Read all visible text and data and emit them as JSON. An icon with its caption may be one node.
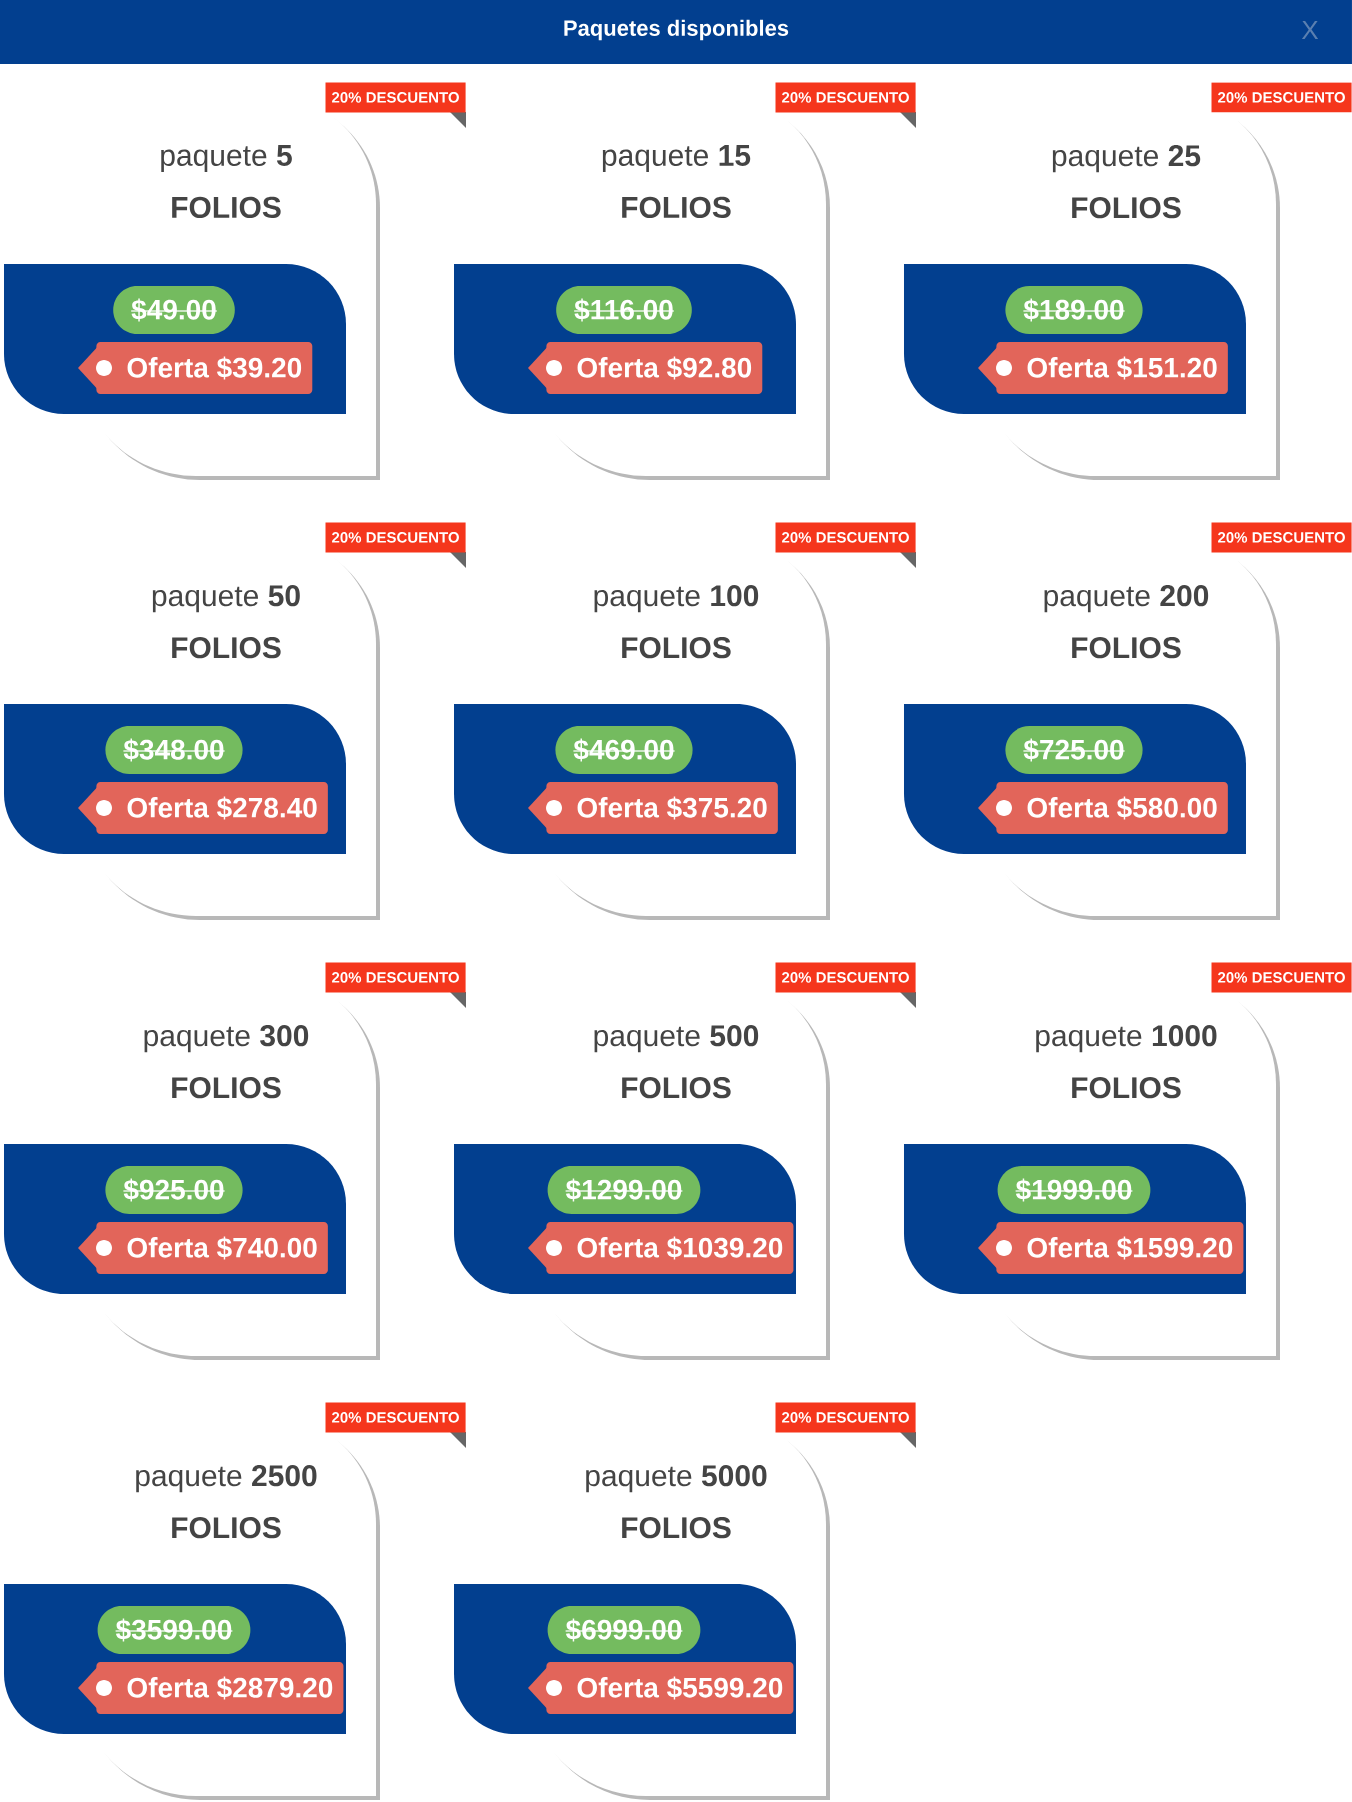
{
  "diagram": {
    "title": "Paquetes disponibles",
    "nodes": [
      {
        "text": [
          "paquete **5**",
          "FOLIOS"
        ]
      },
      {
        "text": [
          "20% DESCUENTO"
        ]
      },
      {
        "text": [],
        "shape": "band"
      },
      {
        "text": [
          "$49.00"
        ]
      },
      {
        "text": [
          "Oferta $39.20"
        ]
      },
      {
        "text": [
          "paquete **15**",
          "FOLIOS"
        ]
      },
      {
        "text": [
          "20% DESCUENTO"
        ]
      },
      {
        "text": [],
        "shape": "band"
      },
      {
        "text": [
          "$116.00"
        ]
      },
      {
        "text": [
          "Oferta $92.80"
        ]
      },
      {
        "text": [
          "paquete **25**",
          "FOLIOS"
        ]
      },
      {
        "text": [
          "20% DESCUENTO"
        ]
      },
      {
        "text": [],
        "shape": "band"
      },
      {
        "text": [
          "$189.00"
        ]
      },
      {
        "text": [
          "Oferta $151.20"
        ]
      },
      {
        "text": [
          "paquete **50**",
          "FOLIOS"
        ]
      },
      {
        "text": [
          "20% DESCUENTO"
        ]
      },
      {
        "text": [],
        "shape": "band"
      },
      {
        "text": [
          "$348.00"
        ]
      },
      {
        "text": [
          "Oferta $278.40"
        ]
      },
      {
        "text": [
          "paquete **100**",
          "FOLIOS"
        ]
      },
      {
        "text": [
          "20% DESCUENTO"
        ]
      },
      {
        "text": [],
        "shape": "band"
      },
      {
        "text": [
          "$469.00"
        ]
      },
      {
        "text": [
          "Oferta $375.20"
        ]
      },
      {
        "text": [
          "paquete **200**",
          "FOLIOS"
        ]
      },
      {
        "text": [
          "20% DESCUENTO"
        ]
      },
      {
        "text": [],
        "shape": "band"
      },
      {
        "text": [
          "$725.00"
        ]
      },
      {
        "text": [
          "Oferta $580.00"
        ]
      },
      {
        "text": [
          "paquete **300**",
          "FOLIOS"
        ]
      },
      {
        "text": [
          "20% DESCUENTO"
        ]
      },
      {
        "text": [],
        "shape": "band"
      },
      {
        "text": [
          "$925.00"
        ]
      },
      {
        "text": [
          "Oferta $740.00"
        ]
      },
      {
        "text": [
          "paquete **500**",
          "FOLIOS"
        ]
      },
      {
        "text": [
          "20% DESCUENTO"
        ]
      },
      {
        "text": [],
        "shape": "band"
      },
      {
        "text": [
          "$1299.00"
        ]
      },
      {
        "text": [
          "Oferta $1039.20"
        ]
      },
      {
        "text": [
          "paquete **1000**",
          "FOLIOS"
        ]
      },
      {
        "text": [
          "20% DESCUENTO"
        ]
      },
      {
        "text": [],
        "shape": "band"
      },
      {
        "text": [
          "$1999.00"
        ]
      },
      {
        "text": [
          "Oferta $1599.20"
        ]
      },
      {
        "text": [
          "paquete **2500**",
          "FOLIOS"
        ]
      },
      {
        "text": [
          "20% DESCUENTO"
        ]
      },
      {
        "text": [],
        "shape": "band"
      },
      {
        "text": [
          "$3599.00"
        ]
      },
      {
        "text": [
          "Oferta $2879.20"
        ]
      },
      {
        "text": [
          "paquete **5000**",
          "FOLIOS"
        ]
      },
      {
        "text": [
          "20% DESCUENTO"
        ]
      },
      {
        "text": [],
        "shape": "band"
      },
      {
        "text": [
          "$6999.00"
        ]
      },
      {
        "text": [
          "Oferta $5599.20"
        ]
      }
    ],
    "labels": [
      "X"
    ]
  }
}
